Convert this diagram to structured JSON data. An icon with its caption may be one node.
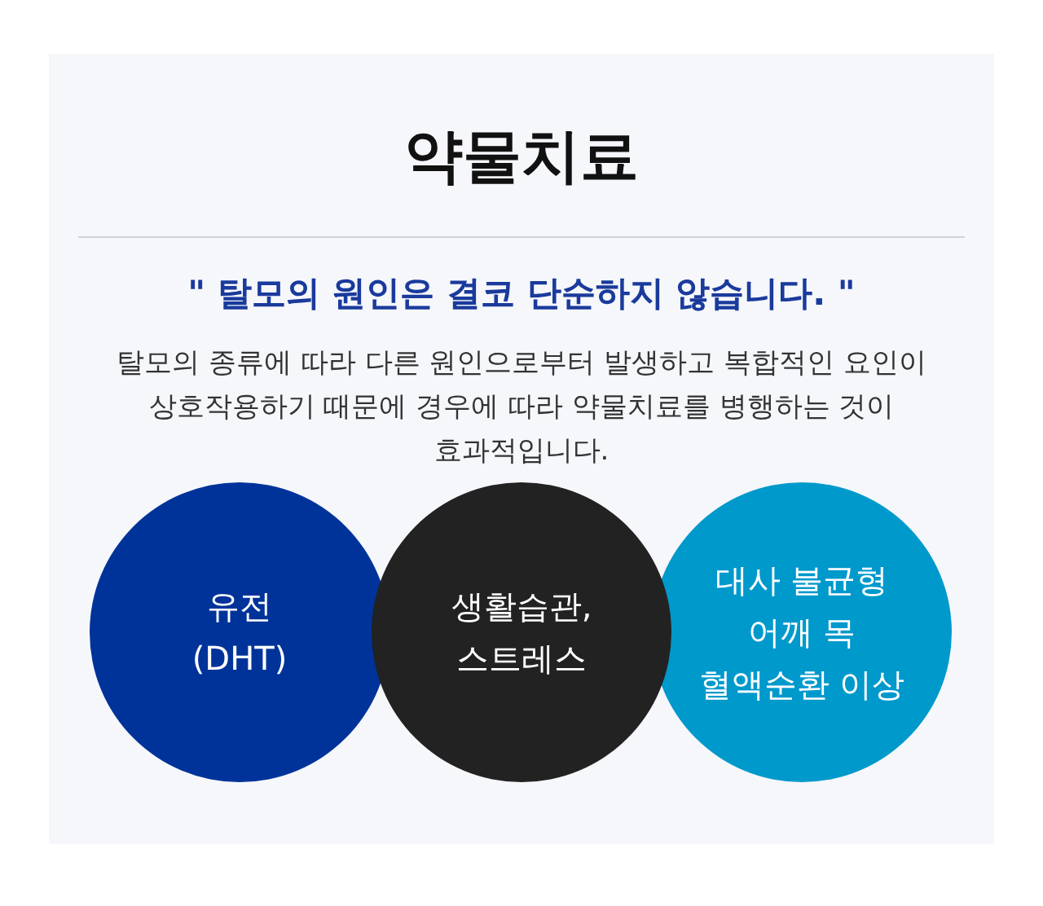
{
  "diagram": {
    "title": "약물치료",
    "nodes": [
      {
        "text": [
          "유전 (DHT)"
        ]
      },
      {
        "text": [
          "생활습관, 스트레스"
        ]
      },
      {
        "text": [
          "대사 불균형 어깨 목 혈액순환 이상"
        ]
      }
    ],
    "labels": [
      "\" 탈모의 원인은 결코 단순하지 않습니다. \"",
      "탈모의 종류에 따라 다른 원인으로부터 발생하고 복합적인 요인이 상호작용하기 때문에 경우에 따라 약물치료를 병행하는 것이 효과적입니다."
    ]
  }
}
